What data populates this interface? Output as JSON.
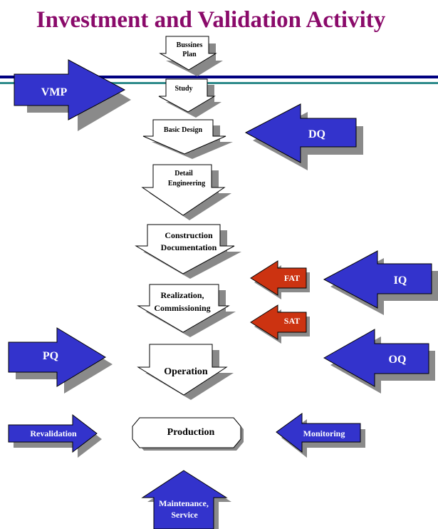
{
  "title": "Investment and Validation Activity",
  "steps": [
    {
      "line1": "Bussines",
      "line2": "Plan"
    },
    {
      "line1": "Study",
      "line2": ""
    },
    {
      "line1": "Basic Design",
      "line2": ""
    },
    {
      "line1": "Detail",
      "line2": "Engineering"
    },
    {
      "line1": "Construction",
      "line2": "Documentation"
    },
    {
      "line1": "Realization,",
      "line2": "Commissioning"
    },
    {
      "line1": "Operation",
      "line2": ""
    }
  ],
  "production": "Production",
  "validation_arrows": {
    "vmp": "VMP",
    "dq": "DQ",
    "iq": "IQ",
    "pq": "PQ",
    "oq": "OQ",
    "revalidation": "Revalidation",
    "monitoring": "Monitoring",
    "maintenance_line1": "Maintenance,",
    "maintenance_line2": "Service"
  },
  "test_arrows": {
    "fat": "FAT",
    "sat": "SAT"
  },
  "colors": {
    "title": "#8a0a6a",
    "blue_arrow": "#3333cc",
    "red_arrow": "#cc3311",
    "shadow": "#8a8a8a",
    "header_line_navy": "#000080",
    "header_line_teal": "#2e8b8b"
  }
}
